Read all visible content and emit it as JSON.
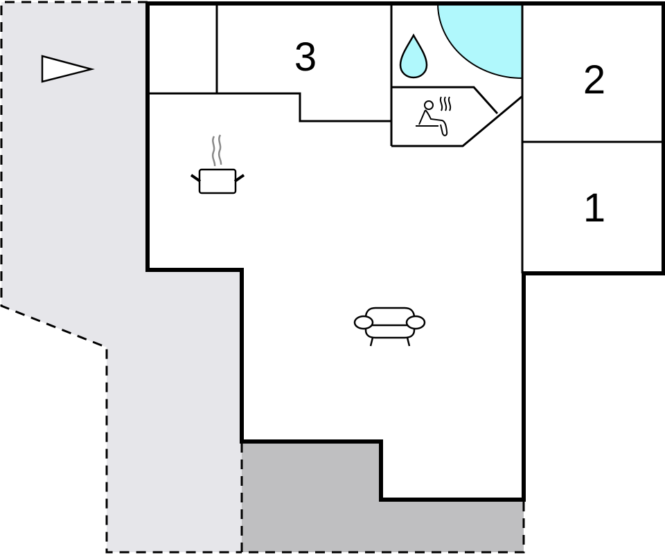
{
  "diagram": {
    "type": "floor-plan",
    "colors": {
      "background": "#ffffff",
      "outdoor_area": "#e6e6ea",
      "terrace": "#bfbfc1",
      "water": "#b0f8fc",
      "wall": "#000000",
      "steam": "#888888"
    },
    "rooms": [
      {
        "id": "room-3",
        "label": "3",
        "type": "bedroom"
      },
      {
        "id": "room-2",
        "label": "2",
        "type": "bedroom"
      },
      {
        "id": "room-1",
        "label": "1",
        "type": "bedroom"
      },
      {
        "id": "bathroom",
        "label": "",
        "type": "bathroom",
        "icon": "water-drop-icon"
      },
      {
        "id": "sauna",
        "label": "",
        "type": "sauna",
        "icon": "sauna-icon"
      },
      {
        "id": "kitchen",
        "label": "",
        "type": "kitchen",
        "icon": "cooking-pot-icon"
      },
      {
        "id": "living-room",
        "label": "",
        "type": "living room",
        "icon": "sofa-icon"
      },
      {
        "id": "small-room",
        "label": "",
        "type": "storage"
      }
    ],
    "outdoor": [
      {
        "id": "entrance-area",
        "type": "outdoor area",
        "icon": "entrance-arrow-icon"
      },
      {
        "id": "terrace",
        "type": "terrace"
      }
    ]
  }
}
